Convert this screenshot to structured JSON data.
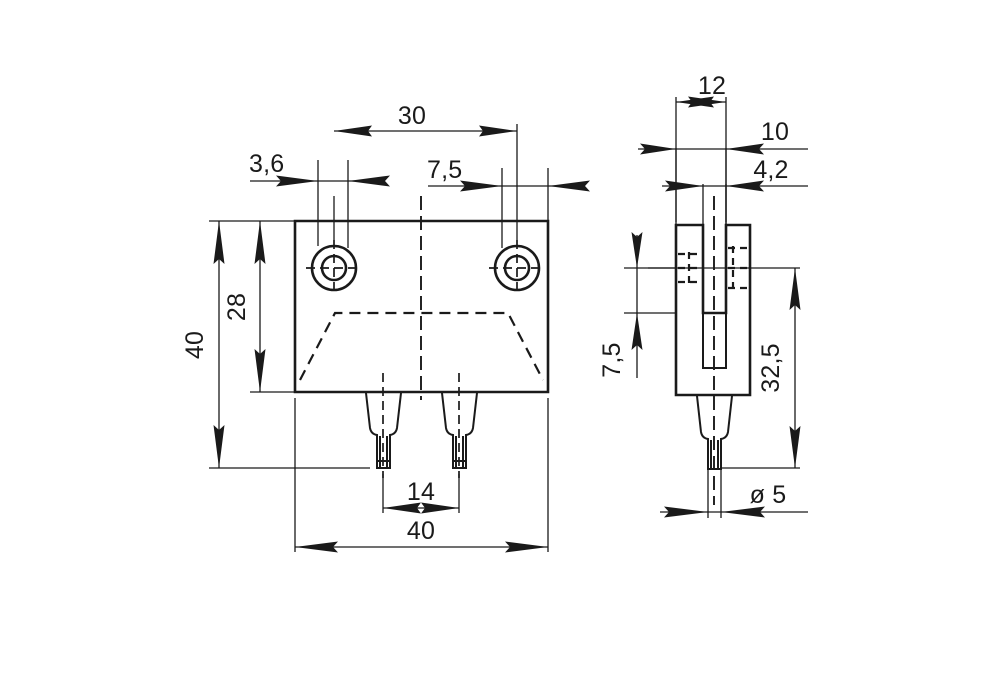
{
  "drawing": {
    "title": "Mechanical part dimensioned drawing",
    "units": "mm",
    "line_color": "#1a1a1a",
    "background": "#ffffff",
    "views": [
      {
        "name": "front-view",
        "label": ""
      },
      {
        "name": "side-view",
        "label": ""
      }
    ],
    "dimensions": {
      "front": {
        "hole_spacing": "30",
        "edge_to_hole_left": "3,6",
        "hole_to_edge_right": "7,5",
        "overall_height": "40",
        "hole_center_height": "28",
        "pin_spacing": "14",
        "overall_width": "40"
      },
      "side": {
        "block_width": "12",
        "offset_right": "10",
        "slot_width": "4,2",
        "hole_offset": "7,5",
        "body_height": "32,5",
        "pin_diameter": "ø 5"
      }
    }
  }
}
